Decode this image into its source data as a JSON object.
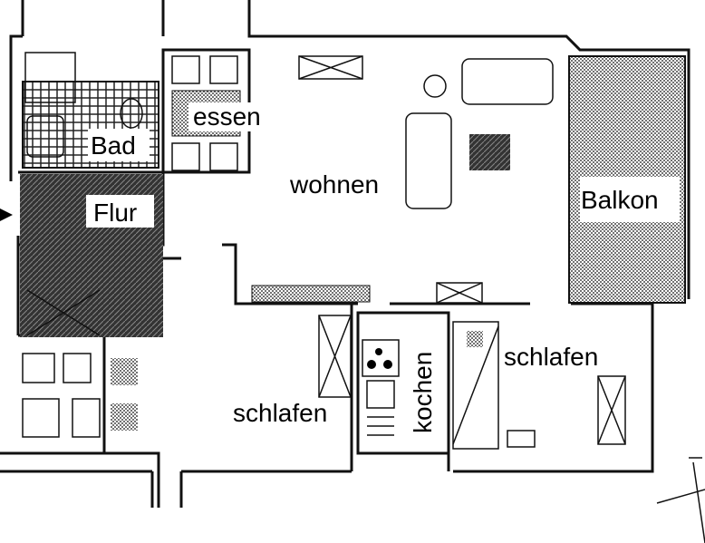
{
  "rooms": {
    "bad": "Bad",
    "essen": "essen",
    "wohnen": "wohnen",
    "flur": "Flur",
    "balkon": "Balkon",
    "kochen": "kochen",
    "schlafen_left": "schlafen",
    "schlafen_right": "schlafen"
  },
  "colors": {
    "wall": "#111111",
    "hatch": "#555555",
    "background": "#ffffff"
  }
}
